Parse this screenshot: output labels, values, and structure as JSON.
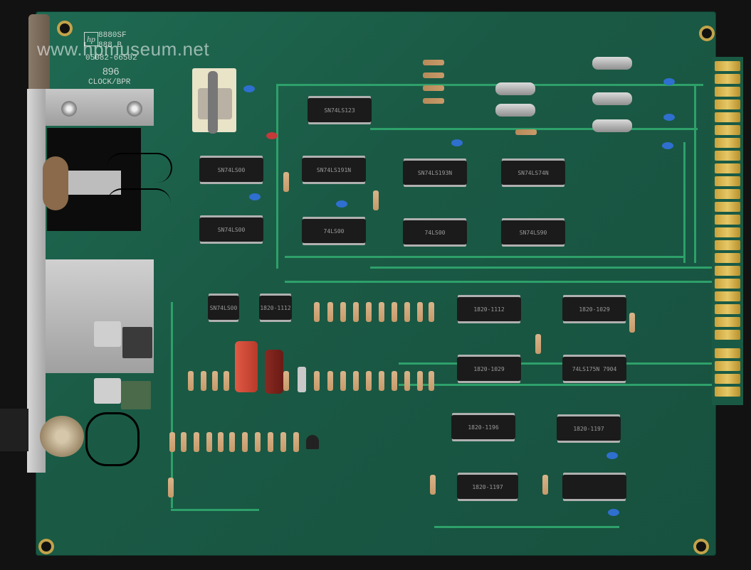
{
  "watermark": "www.hpmuseum.net",
  "silkscreen": {
    "part_line1": "8880SF",
    "part_line2": "888 B",
    "part_number": "05082-66502",
    "date_code": "896",
    "board_label": "CLOCK/BPR"
  },
  "logo": {
    "icon": "hp-logo-icon",
    "text": "hp"
  },
  "chips": [
    "SN74LS123",
    "SN74LS00",
    "SN74LS191N",
    "SN74LS193N",
    "SN74LS74N",
    "SN74LS00",
    "74LS00",
    "74LS00",
    "SN74LS90",
    "SN74LS00",
    "1820-1112",
    "1820-1112",
    "1820-1029",
    "1820-1029",
    "74LS175N 7904",
    "1820-1196",
    "1820-1197",
    "1820-1197"
  ],
  "colors": {
    "pcb": "#1a5a45",
    "trace": "#2ea06a",
    "gold": "#d4b14a",
    "metal": "#bcbcbc"
  }
}
